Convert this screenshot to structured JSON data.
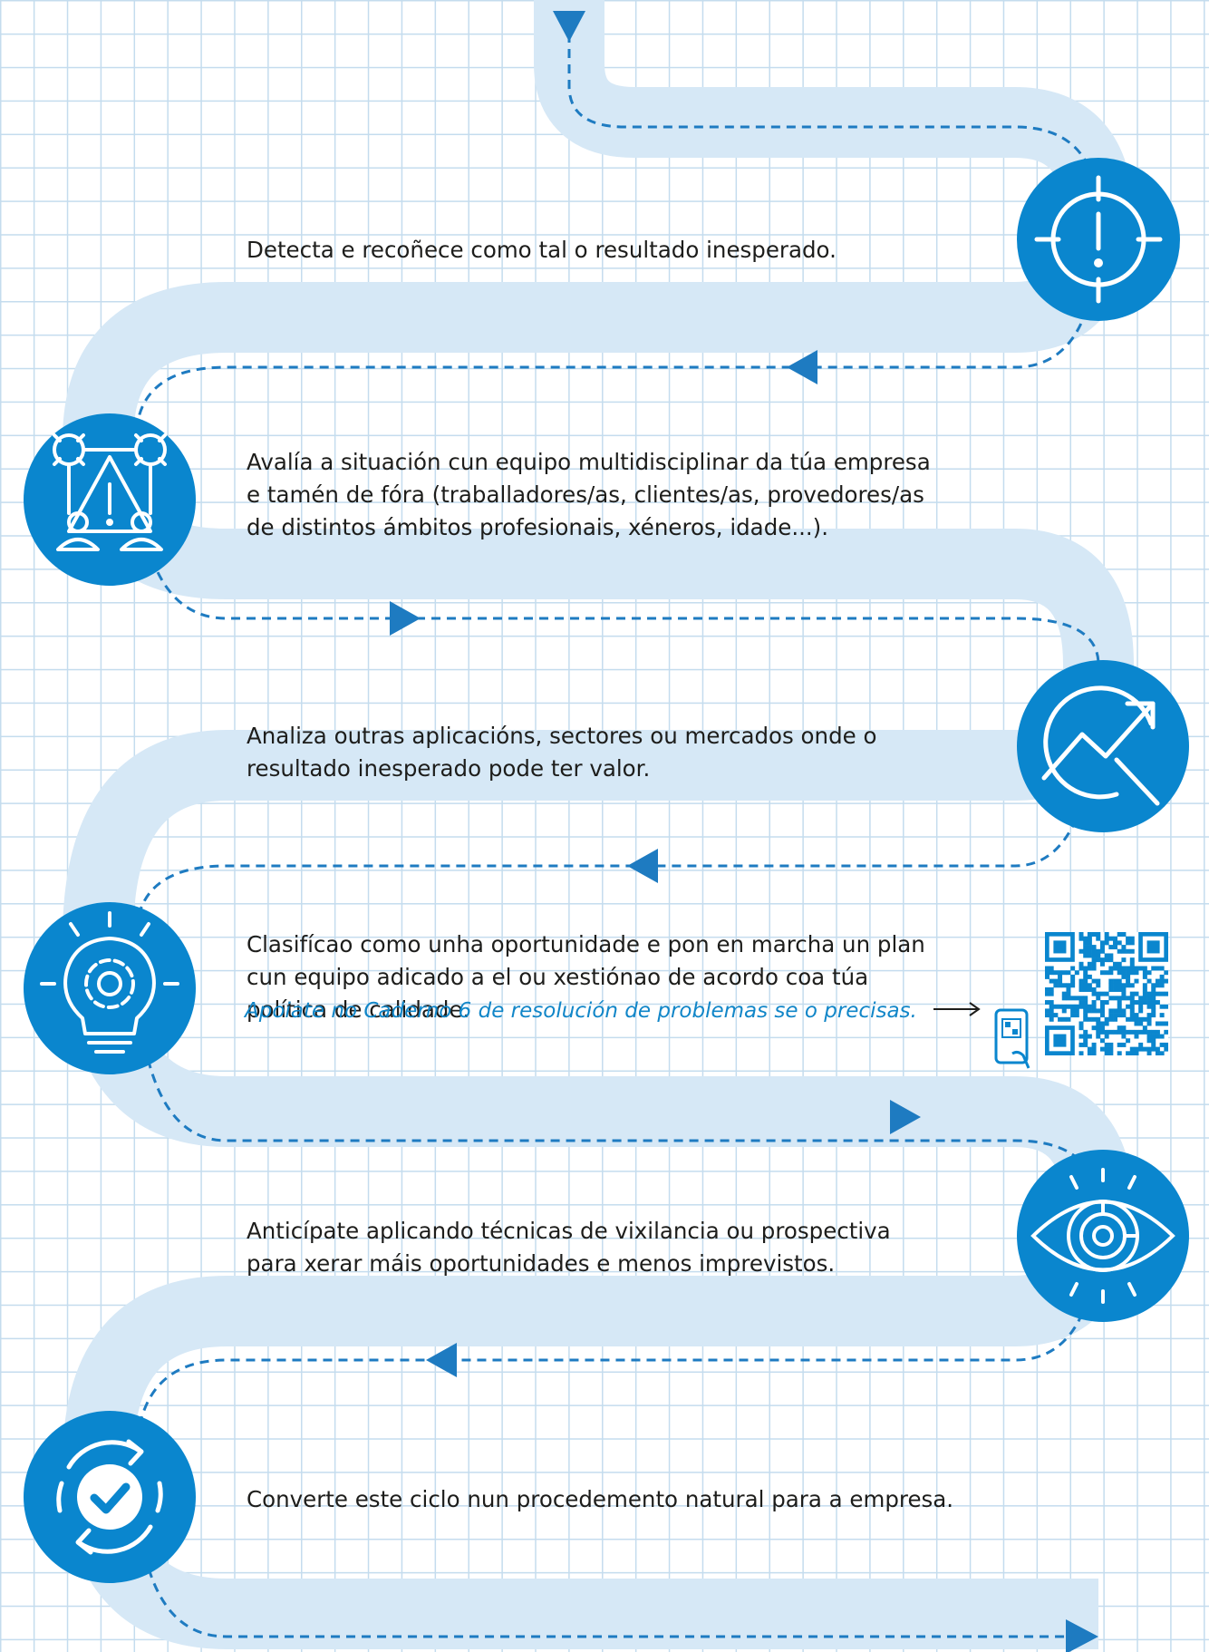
{
  "colors": {
    "path": "#d6e8f6",
    "dash": "#1e7bc1",
    "circle": "#0a86ce",
    "grid": "#c4dcee",
    "text": "#1d1d1b",
    "note": "#1186c8"
  },
  "steps": [
    {
      "icon": "target-alert-icon",
      "lines": [
        "Detecta e recoñece como tal o resultado inesperado."
      ]
    },
    {
      "icon": "team-warning-icon",
      "lines": [
        "Avalía a situación cun equipo multidisciplinar da túa empresa",
        "e tamén de fóra (traballadores/as, clientes/as, provedores/as",
        "de distintos ámbitos profesionais, xéneros, idade...)."
      ]
    },
    {
      "icon": "growth-search-icon",
      "lines": [
        "Analiza outras aplicacións, sectores ou mercados onde o",
        "resultado inesperado pode ter valor."
      ]
    },
    {
      "icon": "lightbulb-gear-icon",
      "lines": [
        "Clasifícao como unha oportunidade e pon en marcha un plan",
        "cun equipo adicado a el ou xestiónao de acordo coa túa",
        "política de calidade."
      ],
      "note": "Apoiate no Caderno 6 de resolución de problemas se o precisas."
    },
    {
      "icon": "eye-chart-icon",
      "lines": [
        "Anticípate aplicando técnicas de vixilancia ou prospectiva",
        "para xerar máis oportunidades e menos imprevistos."
      ]
    },
    {
      "icon": "cycle-check-icon",
      "lines": [
        "Converte este ciclo nun procedemento natural para a empresa."
      ]
    }
  ]
}
